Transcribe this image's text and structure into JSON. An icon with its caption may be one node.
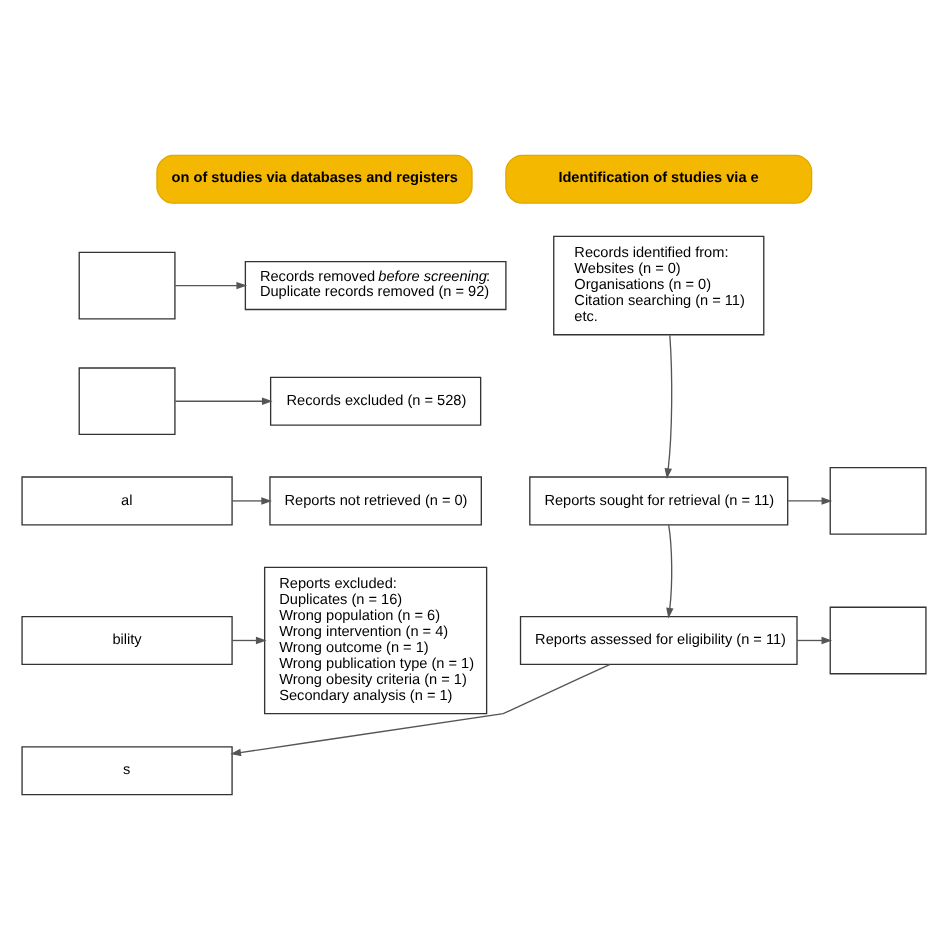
{
  "diagram": {
    "nodes": [
      {
        "text": [
          "on of studies via databases and registers"
        ]
      },
      {
        "text": [
          "Identification of studies via e"
        ]
      },
      {
        "text": [],
        "shape": "box"
      },
      {
        "text": [
          "Records removed *before screening*:",
          "Duplicate records removed (n = 92)"
        ]
      },
      {
        "text": [
          "Records identified from:",
          "Websites (n = 0)",
          "Organisations (n = 0)",
          "Citation searching (n = 11)",
          "etc."
        ]
      },
      {
        "text": [],
        "shape": "box"
      },
      {
        "text": [
          "Records excluded (n = 528)"
        ]
      },
      {
        "text": [
          "al"
        ]
      },
      {
        "text": [
          "Reports not retrieved (n = 0)"
        ]
      },
      {
        "text": [
          "Reports sought for retrieval (n = 11)"
        ]
      },
      {
        "text": [],
        "shape": "box"
      },
      {
        "text": [
          "bility"
        ]
      },
      {
        "text": [
          "Reports excluded:",
          "Duplicates (n = 16)",
          "Wrong population (n = 6)",
          "Wrong intervention (n = 4)",
          "Wrong outcome (n = 1)",
          "Wrong publication type (n = 1)",
          "Wrong obesity criteria (n = 1)",
          "Secondary analysis (n = 1)"
        ]
      },
      {
        "text": [
          "Reports assessed for eligibility (n = 11)"
        ]
      },
      {
        "text": [],
        "shape": "box"
      },
      {
        "text": [
          "s"
        ]
      }
    ],
    "edges": [
      {
        "from": 2,
        "to": 3,
        "arrow": "to"
      },
      {
        "from": 5,
        "to": 6,
        "arrow": "to"
      },
      {
        "from": 7,
        "to": 8,
        "arrow": "to"
      },
      {
        "from": 4,
        "to": 9,
        "arrow": "to"
      },
      {
        "from": 9,
        "to": 10,
        "arrow": "to"
      },
      {
        "from": 11,
        "to": 12,
        "arrow": "to"
      },
      {
        "from": 9,
        "to": 13,
        "arrow": "to"
      },
      {
        "from": 13,
        "to": 14,
        "arrow": "to"
      },
      {
        "from": 13,
        "to": 15,
        "arrow": "to"
      }
    ]
  }
}
